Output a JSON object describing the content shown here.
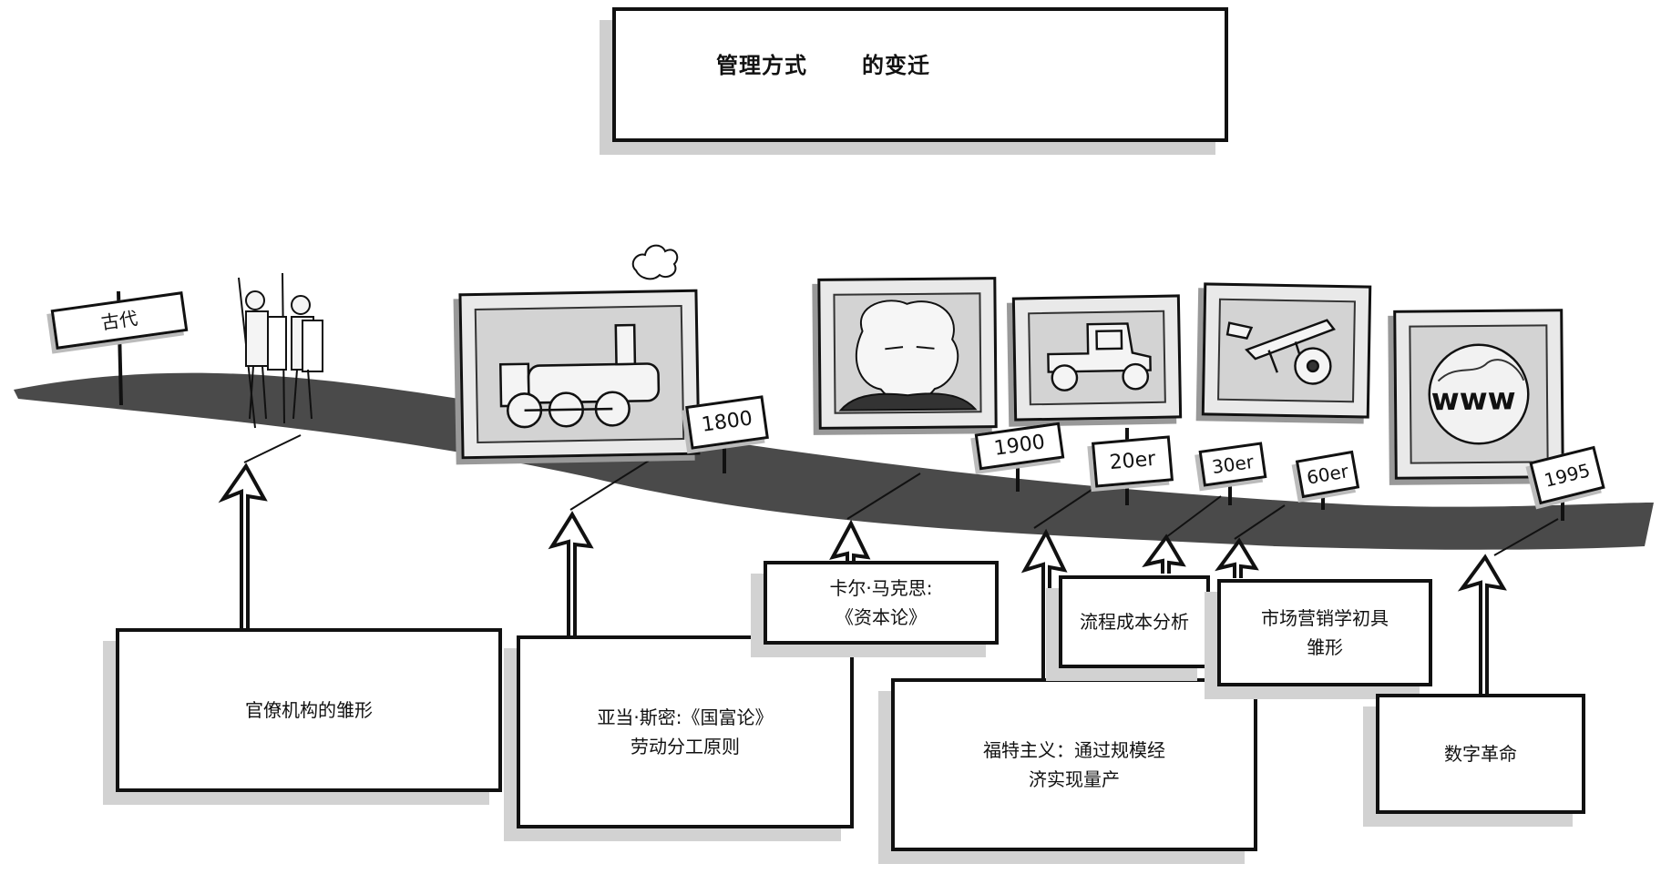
{
  "title": {
    "part1": "管理方式",
    "part2": "的变迁"
  },
  "colors": {
    "road": "#4a4a4a",
    "ink": "#111111",
    "shadow": "#d2d2d2",
    "frame": "#d3d3d3"
  },
  "signs": {
    "ancient": "古代",
    "y1800": "1800",
    "y1900": "1900",
    "y20er": "20er",
    "y30er": "30er",
    "y60er": "60er",
    "y1995": "1995"
  },
  "boxes": {
    "bureaucracy": {
      "line1": "官僚机构的雏形"
    },
    "smith": {
      "line1": "亚当·斯密:《国富论》",
      "line2": "劳动分工原则"
    },
    "marx": {
      "line1": "卡尔·马克思:",
      "line2": "《资本论》"
    },
    "fordism": {
      "line1": "福特主义：通过规模经",
      "line2": "济实现量产"
    },
    "process_cost": {
      "line1": "流程成本分析"
    },
    "marketing": {
      "line1": "市场营销学初具",
      "line2": "雏形"
    },
    "digital": {
      "line1": "数字革命"
    }
  },
  "pictures": {
    "soldiers": "roman-soldiers",
    "locomotive": "steam-locomotive",
    "marx_portrait": "karl-marx-portrait",
    "car": "vintage-car",
    "airplane": "biplane",
    "www": "www-globe"
  }
}
